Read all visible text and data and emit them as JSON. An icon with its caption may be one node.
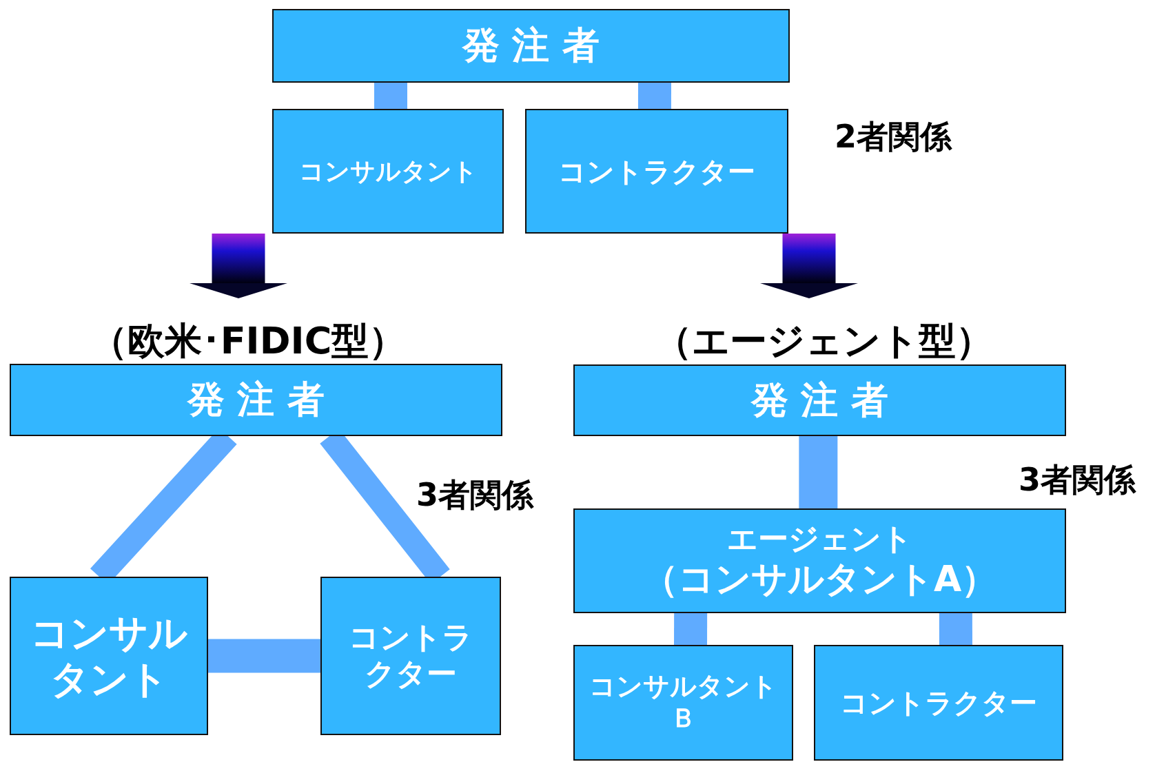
{
  "diagram": {
    "nodes": [
      {
        "text": [
          "発 注 者"
        ]
      },
      {
        "text": [
          "コンサルタント"
        ]
      },
      {
        "text": [
          "コントラクター"
        ]
      },
      {
        "text": [
          "（欧米･FIDIC型）"
        ]
      },
      {
        "text": [
          "発 注 者"
        ]
      },
      {
        "text": [
          "コンサルタント"
        ]
      },
      {
        "text": [
          "コントラクター"
        ]
      },
      {
        "text": [
          "（エージェント型）"
        ]
      },
      {
        "text": [
          "発 注 者"
        ]
      },
      {
        "text": [
          "エージェント",
          "（コンサルタントA）"
        ]
      },
      {
        "text": [
          "コンサルタントＢ"
        ]
      },
      {
        "text": [
          "コントラクター"
        ]
      }
    ],
    "edges": [
      {
        "from": 0,
        "to": 1,
        "arrow": "none"
      },
      {
        "from": 0,
        "to": 2,
        "arrow": "none"
      },
      {
        "from": null,
        "to": 3,
        "arrow": "to",
        "style": "thick",
        "color": "#1a10d0"
      },
      {
        "from": null,
        "to": 7,
        "arrow": "to",
        "style": "thick",
        "color": "#1a10d0"
      },
      {
        "from": 4,
        "to": 5,
        "arrow": "none"
      },
      {
        "from": 4,
        "to": 6,
        "arrow": "none"
      },
      {
        "from": 5,
        "to": 6,
        "arrow": "none"
      },
      {
        "from": 8,
        "to": 9,
        "arrow": "none"
      },
      {
        "from": 9,
        "to": 10,
        "arrow": "none"
      },
      {
        "from": 9,
        "to": 11,
        "arrow": "none"
      }
    ],
    "labels": [
      "2者関係",
      "3者関係",
      "3者関係"
    ]
  }
}
